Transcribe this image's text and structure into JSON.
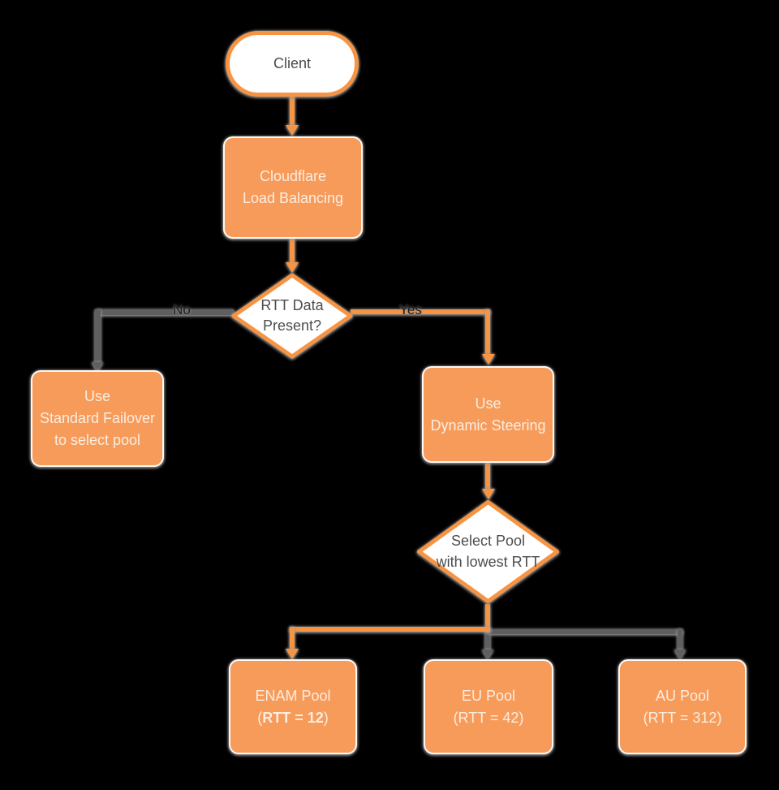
{
  "diagram": {
    "colors": {
      "background": "#000000",
      "node_fill_orange": "#F79B5B",
      "stroke_orange": "#F79443",
      "connector_gray": "#5F5F5F",
      "node_text_light": "#FBEDDF",
      "node_text_dark": "#4D4D4D",
      "shadow_gray": "#999999",
      "decision_fill": "#FFFFFF"
    },
    "nodes": {
      "client": {
        "label": "Client"
      },
      "load_balancer": {
        "line1": "Cloudflare",
        "line2": "Load Balancing"
      },
      "rtt_decision": {
        "line1": "RTT Data",
        "line2": "Present?"
      },
      "standard_failover": {
        "line1": "Use",
        "line2": "Standard Failover",
        "line3": "to select pool"
      },
      "dynamic_steering": {
        "line1": "Use",
        "line2": "Dynamic Steering"
      },
      "select_pool": {
        "line1": "Select Pool",
        "line2": "with lowest RTT"
      },
      "enam_pool": {
        "line1": "ENAM Pool",
        "line2_open": "(",
        "line2_bold": "RTT = 12",
        "line2_close": ")"
      },
      "eu_pool": {
        "line1": "EU Pool",
        "line2": "(RTT = 42)"
      },
      "au_pool": {
        "line1": "AU Pool",
        "line2": "(RTT = 312)"
      }
    },
    "edges": {
      "no_label": "No",
      "yes_label": "Yes"
    }
  }
}
